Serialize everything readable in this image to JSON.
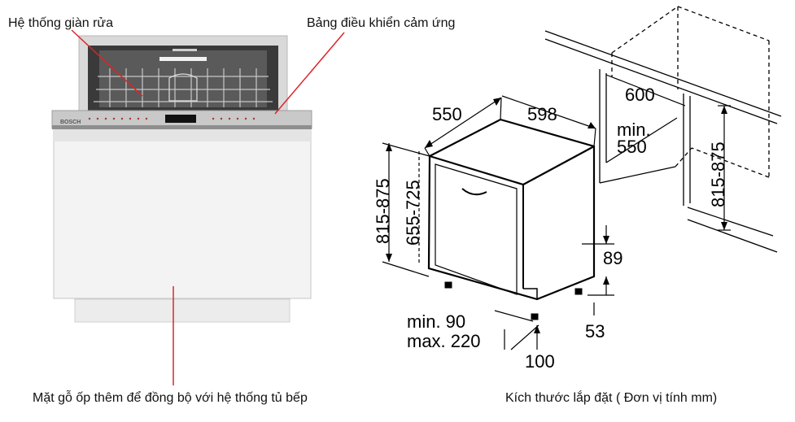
{
  "callouts": {
    "rack_system": "Hệ thống giàn rửa",
    "touch_panel": "Bảng điều khiển cảm ứng",
    "wood_panel": "Mặt gỗ ốp thêm để đồng bộ với hệ thống tủ bếp"
  },
  "brand": "BOSCH",
  "caption_dimensions": "Kích thước lắp đặt ( Đơn vị tính mm)",
  "dimensions": {
    "depth": "550",
    "width": "598",
    "niche_width": "600",
    "niche_min_depth_1": "min.",
    "niche_min_depth_2": "550",
    "height_left": "815-875",
    "height_inner": "655-725",
    "height_right": "815-875",
    "plinth_top": "89",
    "plinth_bottom": "53",
    "toe_min": "min. 90",
    "toe_max": "max. 220",
    "foot_offset": "100"
  },
  "colors": {
    "callout_line": "#d9262a",
    "drawing_line": "#000000"
  }
}
